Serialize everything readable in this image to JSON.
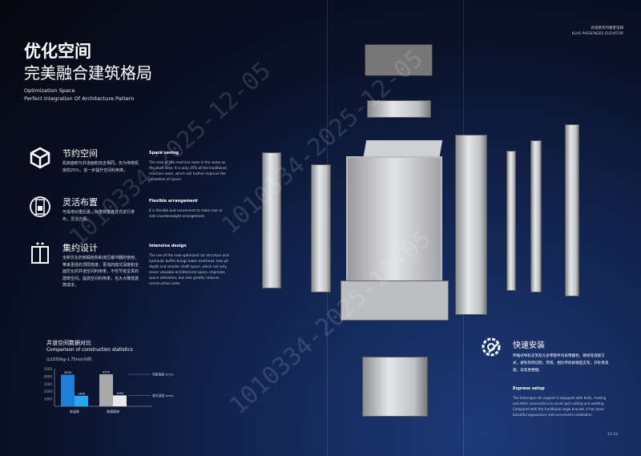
{
  "header": {
    "cn": "新道勇系列乘客电梯",
    "en": "KLAS PASSENGER ELEVATOR"
  },
  "title": {
    "line1": "优化空间",
    "line2": "完美融合建筑格局",
    "en1": "Optimization Space",
    "en2": "Perfect Integration Of Architecture Pattern"
  },
  "features": [
    {
      "icon": "cube-icon",
      "title": "节约空间",
      "text": "机房面积与井道面积完全相同，仅为传统机房的25%，进一步提升空间利用率。",
      "en_title": "Space saving",
      "en_text": "The area of the machine room is the same as the shaft area. It is only 25% of the traditional machine room, which will further improve the utilization of space."
    },
    {
      "icon": "elevator-circle-icon",
      "title": "灵活布置",
      "text": "可采用对重后置，对重侧置等方式进行排布，灵活方便。",
      "en_title": "Flexible arrangement",
      "en_text": "It is flexible and convenient to make rear or side counterweight arrangement."
    },
    {
      "icon": "elevator-door-icon",
      "title": "集约设计",
      "text": "全新优化的轿厢结构和液压缓冲器的使用，带来更低的顶层高度，更浅的底坑深度和全面优化的井道空间利用率，不仅节省宝贵的建筑空间，提高空间利用率，也大大降低建筑成本。",
      "en_title": "Intensive design",
      "en_text": "The use of the new optimized car structure and hydraulic buffer brings lower overhead, less pit depth and smaller shaft space, which not only saves valuable architectural space, improves space utilization, but also greatly reduces construction costs."
    }
  ],
  "express": {
    "title": "快速安装",
    "text": "伸缩式导轨支架及众多零部件均采用螺栓、铆接等连接方式，避免现场切割、焊接，相比传统角钢型支架，外形更美观，安装更便捷。",
    "en_title": "Express setup",
    "en_text": "The telescopic rail support is equipped with bolts, riveting and other connections to avoid spot cutting and welding. Compared with the traditional angle bracket, it has more beautiful appearance and convenient installation."
  },
  "page_number": "11-12",
  "watermark": "1010334-2025-12-05",
  "chart_data": {
    "type": "bar",
    "title": "井道空间数据对比",
    "subtitle": "Comparison of construction statistics",
    "note": "以1050kg-1.75m/s为例",
    "categories": [
      "新道勇",
      "普通客梯"
    ],
    "series": [
      {
        "name": "顶层高度 (mm)",
        "values": [
          4200,
          4250
        ]
      },
      {
        "name": "底坑深度 (mm)",
        "values": [
          1400,
          1450
        ]
      }
    ],
    "yticks": [
      "5000",
      "4000",
      "3000",
      "2000",
      "1000"
    ],
    "ylim": [
      0,
      5000
    ],
    "colors": {
      "new": [
        "#1f7fd6",
        "#2aa6ee"
      ],
      "old": [
        "#a9a9a9",
        "#e8e8e8"
      ]
    }
  }
}
